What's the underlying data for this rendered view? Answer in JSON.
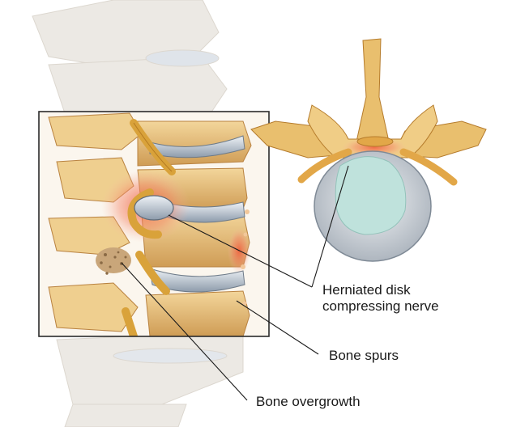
{
  "illustration": {
    "subject": "spine-with-herniated-disk",
    "colors": {
      "bone": "#e7c07a",
      "bone_shadow": "#c8944a",
      "disk": "#9aa8b6",
      "disk_light": "#dfe6ee",
      "nerve": "#d9a23a",
      "inflammation": "#f07a52",
      "herniation": "#bfe2dc",
      "faded_spine": "#ece9e4",
      "frame": "#2b2b2b"
    }
  },
  "labels": {
    "herniated_line1": "Herniated disk",
    "herniated_line2": "compressing nerve",
    "bone_spurs": "Bone spurs",
    "bone_overgrowth": "Bone overgrowth"
  }
}
